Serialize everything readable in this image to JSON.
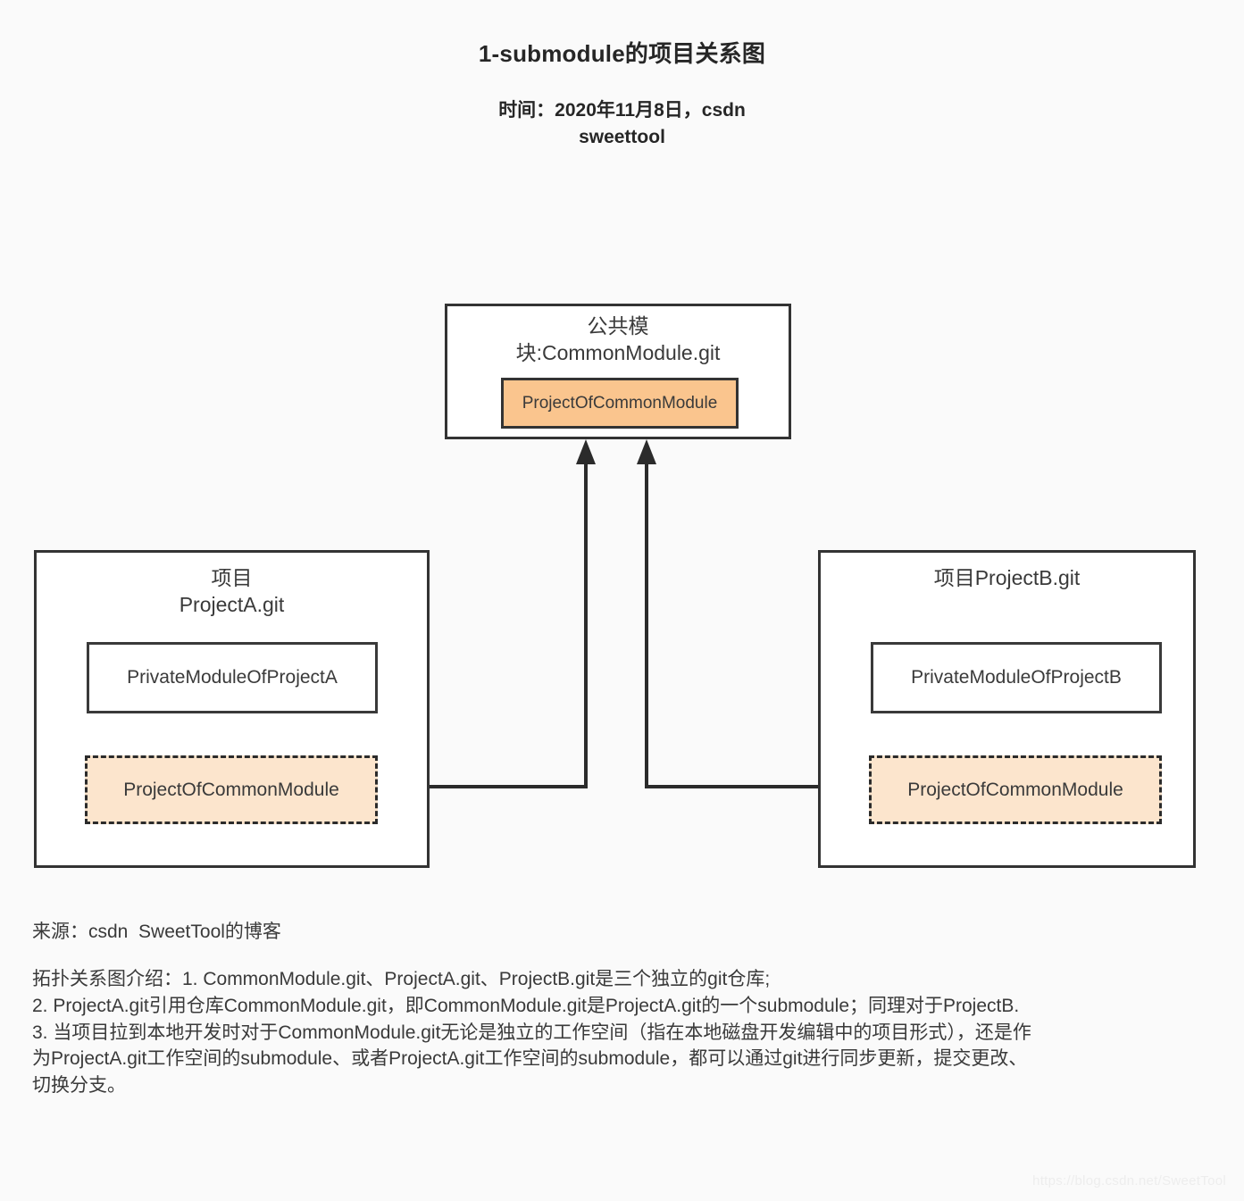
{
  "header": {
    "title": "1-submodule的项目关系图",
    "subtitle": "时间：2020年11月8日，csdn sweettool"
  },
  "diagram": {
    "common_module": {
      "title": "公共模\n块:CommonModule.git",
      "inner_label": "ProjectOfCommonModule"
    },
    "project_a": {
      "title": "项目\nProjectA.git",
      "private_module_label": "PrivateModuleOfProjectA",
      "submodule_label": "ProjectOfCommonModule"
    },
    "project_b": {
      "title": "项目ProjectB.git",
      "private_module_label": "PrivateModuleOfProjectB",
      "submodule_label": "ProjectOfCommonModule"
    },
    "colors": {
      "common_module_fill": "#fac58e",
      "submodule_fill": "#fce5cd",
      "border": "#333333",
      "connector": "#2b2b2b"
    }
  },
  "footer": {
    "source": "来源：csdn  SweetTool的博客",
    "description": "拓扑关系图介绍：1. CommonModule.git、ProjectA.git、ProjectB.git是三个独立的git仓库;\n2. ProjectA.git引用仓库CommonModule.git，即CommonModule.git是ProjectA.git的一个submodule；同理对于ProjectB.\n3. 当项目拉到本地开发时对于CommonModule.git无论是独立的工作空间（指在本地磁盘开发编辑中的项目形式），还是作为ProjectA.git工作空间的submodule、或者ProjectA.git工作空间的submodule，都可以通过git进行同步更新，提交更改、切换分支。"
  },
  "watermark": "https://blog.csdn.net/SweetTool"
}
